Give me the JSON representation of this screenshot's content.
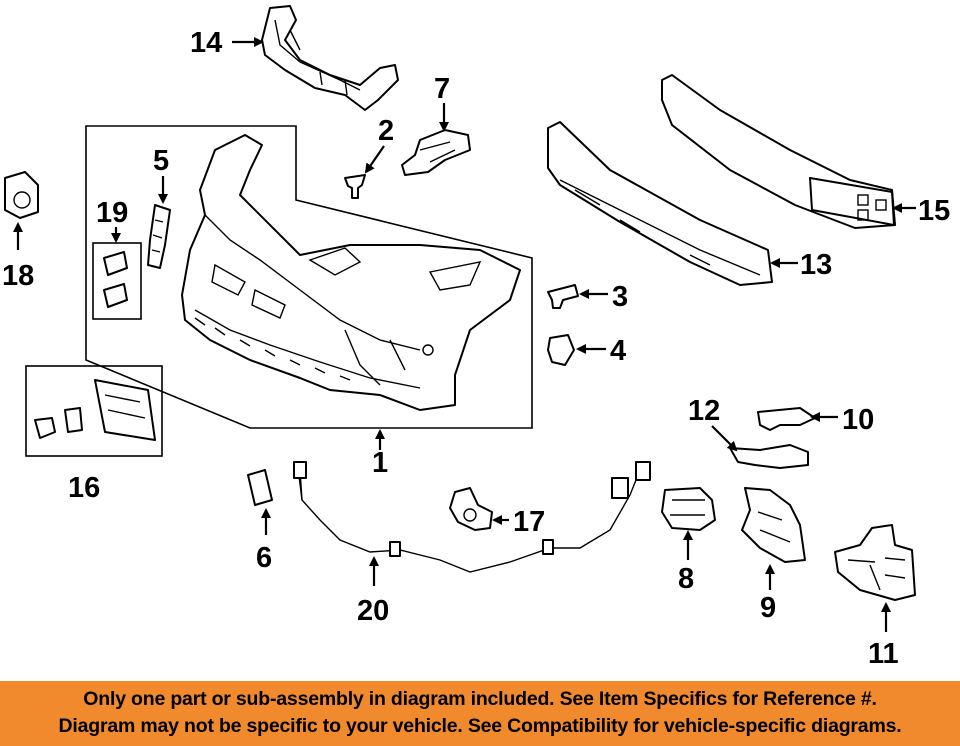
{
  "callouts": {
    "n1": "1",
    "n2": "2",
    "n3": "3",
    "n4": "4",
    "n5": "5",
    "n6": "6",
    "n7": "7",
    "n8": "8",
    "n9": "9",
    "n10": "10",
    "n11": "11",
    "n12": "12",
    "n13": "13",
    "n14": "14",
    "n15": "15",
    "n16": "16",
    "n17": "17",
    "n18": "18",
    "n19": "19",
    "n20": "20"
  },
  "banner": {
    "line1": "Only one part or sub-assembly in diagram included. See Item Specifics for Reference #.",
    "line2": "Diagram may not be specific to your vehicle. See Compatibility for vehicle-specific diagrams."
  },
  "colors": {
    "banner_bg": "#f08a2c",
    "ink": "#000000"
  }
}
